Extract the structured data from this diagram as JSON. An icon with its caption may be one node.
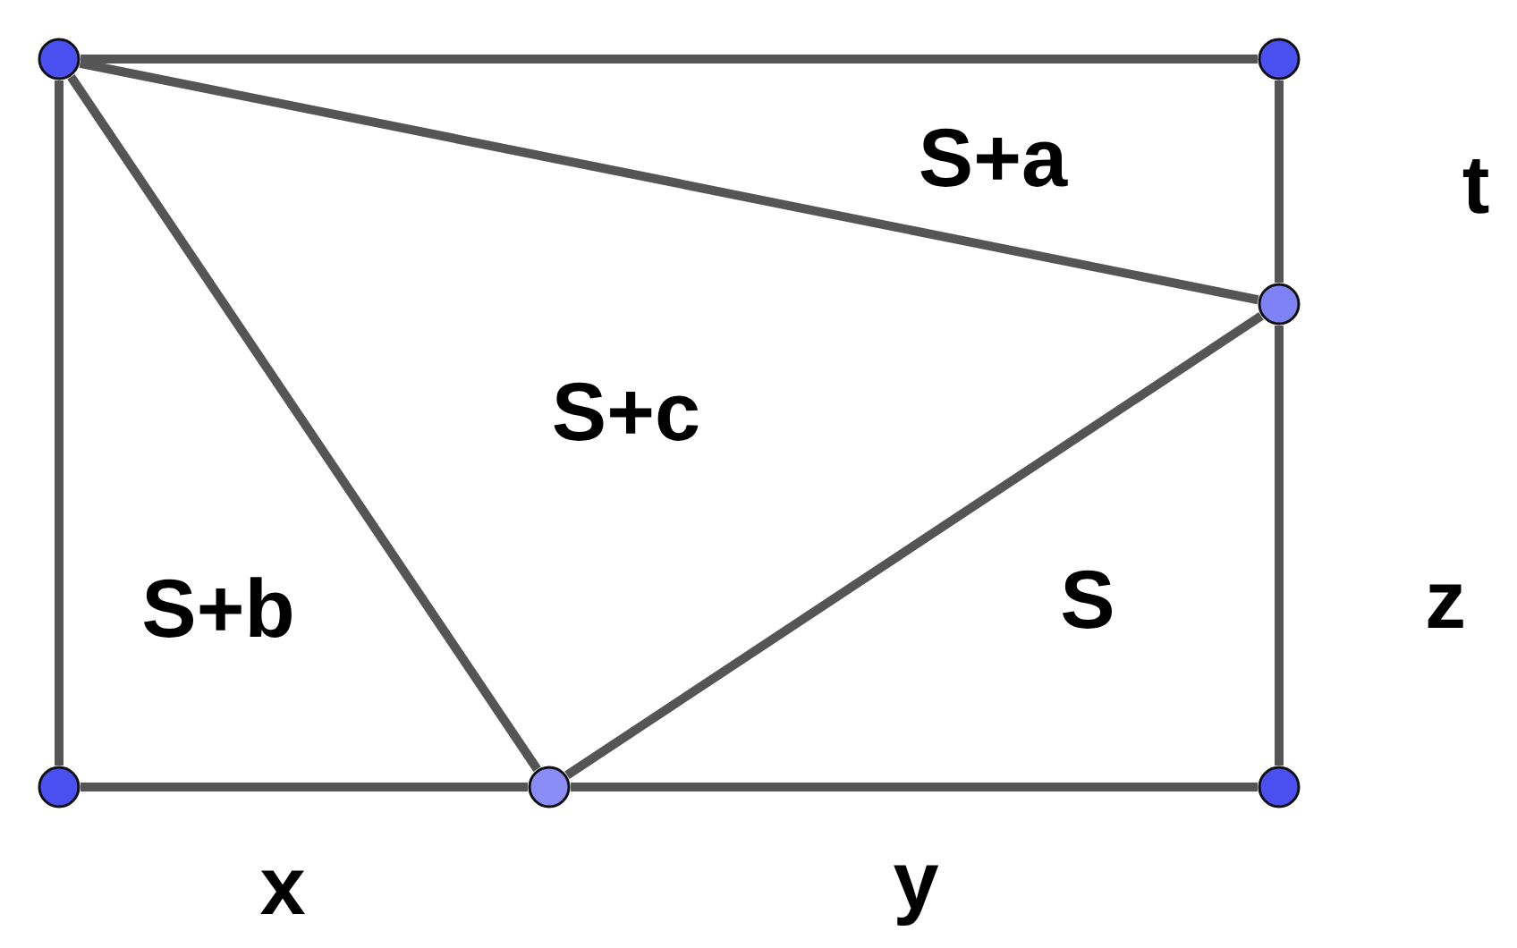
{
  "diagram": {
    "nodes": [
      {
        "text": [],
        "shape": "circle"
      },
      {
        "text": [],
        "shape": "circle"
      },
      {
        "text": [],
        "shape": "circle"
      },
      {
        "text": [],
        "shape": "circle"
      },
      {
        "text": [],
        "shape": "circle"
      },
      {
        "text": [],
        "shape": "circle"
      }
    ],
    "edges": [
      {
        "from": 0,
        "to": 1,
        "arrow": "none"
      },
      {
        "from": 1,
        "to": 2,
        "arrow": "none"
      },
      {
        "from": 2,
        "to": 5,
        "arrow": "none"
      },
      {
        "from": 5,
        "to": 4,
        "arrow": "none"
      },
      {
        "from": 4,
        "to": 3,
        "arrow": "none"
      },
      {
        "from": 3,
        "to": 0,
        "arrow": "none"
      },
      {
        "from": 0,
        "to": 2,
        "arrow": "none"
      },
      {
        "from": 0,
        "to": 4,
        "arrow": "none"
      },
      {
        "from": 4,
        "to": 2,
        "arrow": "none"
      }
    ],
    "labels": [
      "S+a",
      "t",
      "S+c",
      "S+b",
      "S",
      "z",
      "x",
      "y"
    ]
  }
}
